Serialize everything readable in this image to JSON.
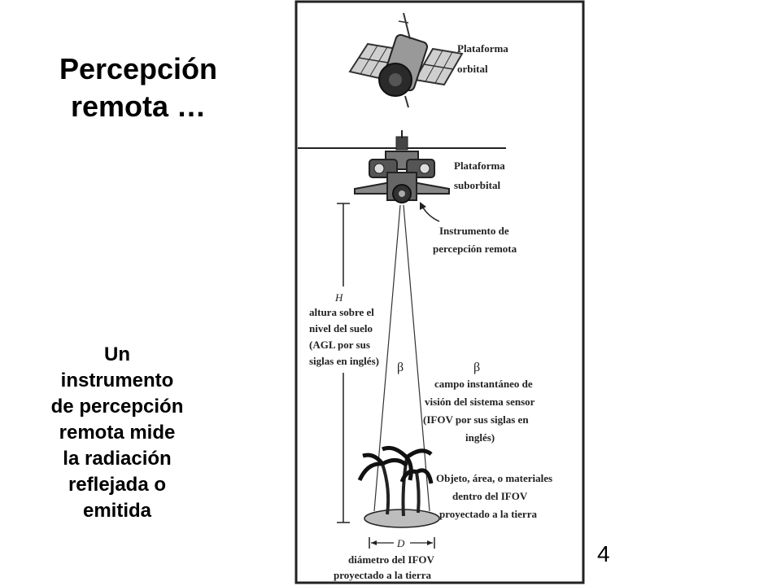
{
  "slide": {
    "title_line1": "Percepción",
    "title_line2": "remota …",
    "side_lines": [
      "Un",
      "instrumento",
      "de percepción",
      "remota mide",
      "la radiación",
      "reflejada o",
      "emitida"
    ],
    "page_number": "4"
  },
  "figure": {
    "orbital_l1": "Plataforma",
    "orbital_l2": "orbital",
    "suborbital_l1": "Plataforma",
    "suborbital_l2": "suborbital",
    "instrument_l1": "Instrumento de",
    "instrument_l2": "percepción remota",
    "h_symbol": "H",
    "h_l1": "altura sobre el",
    "h_l2": "nivel del suelo",
    "h_l3": "(AGL por sus",
    "h_l4": "siglas en inglés)",
    "beta_cone": "β",
    "beta_symbol": "β",
    "ifov_l1": "campo instantáneo de",
    "ifov_l2": "visión del sistema sensor",
    "ifov_l3": "(IFOV por sus  siglas  en",
    "ifov_l4": "inglés)",
    "obj_l1": "Objeto, área, o materiales",
    "obj_l2": "dentro del IFOV",
    "obj_l3": "proyectado a la tierra",
    "d_symbol": "D",
    "diam_l1": "diámetro del IFOV",
    "diam_l2": "proyectado a la tierra"
  }
}
